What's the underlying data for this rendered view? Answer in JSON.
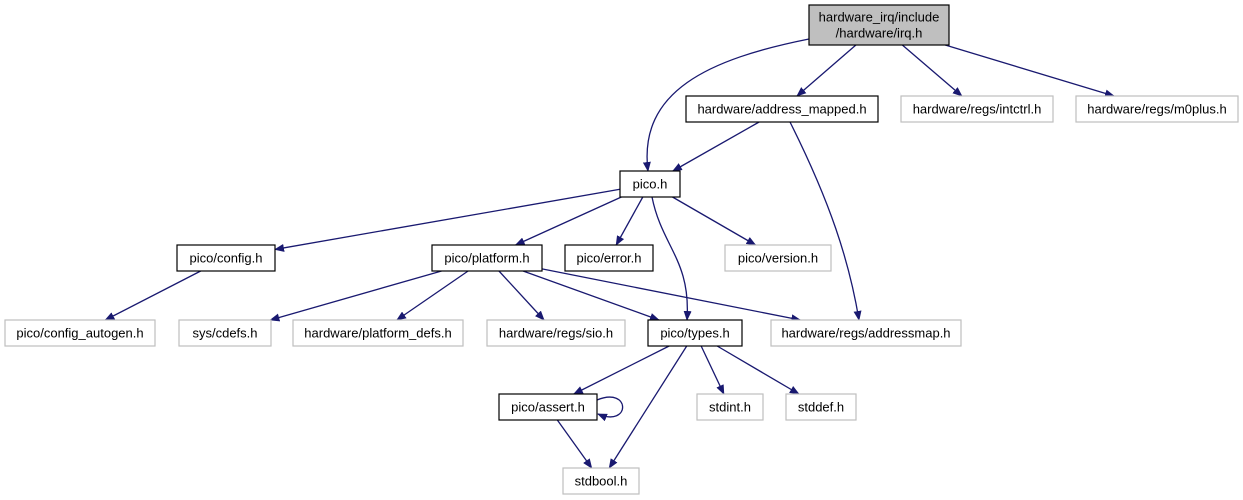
{
  "colors": {
    "edge": "#191970",
    "node_border_documented": "#000000",
    "node_border_undocumented": "#bfbfbf",
    "root_fill": "#bfbfbf",
    "node_fill": "#ffffff"
  },
  "nodes": [
    {
      "id": "irq",
      "lines": [
        "hardware_irq/include",
        "/hardware/irq.h"
      ],
      "style": "root"
    },
    {
      "id": "address_mapped",
      "lines": [
        "hardware/address_mapped.h"
      ],
      "style": "documented"
    },
    {
      "id": "intctrl",
      "lines": [
        "hardware/regs/intctrl.h"
      ],
      "style": "undocumented"
    },
    {
      "id": "m0plus",
      "lines": [
        "hardware/regs/m0plus.h"
      ],
      "style": "undocumented"
    },
    {
      "id": "pico",
      "lines": [
        "pico.h"
      ],
      "style": "documented"
    },
    {
      "id": "config",
      "lines": [
        "pico/config.h"
      ],
      "style": "documented"
    },
    {
      "id": "platform",
      "lines": [
        "pico/platform.h"
      ],
      "style": "documented"
    },
    {
      "id": "error",
      "lines": [
        "pico/error.h"
      ],
      "style": "documented"
    },
    {
      "id": "version",
      "lines": [
        "pico/version.h"
      ],
      "style": "undocumented"
    },
    {
      "id": "config_autogen",
      "lines": [
        "pico/config_autogen.h"
      ],
      "style": "undocumented"
    },
    {
      "id": "cdefs",
      "lines": [
        "sys/cdefs.h"
      ],
      "style": "undocumented"
    },
    {
      "id": "platform_defs",
      "lines": [
        "hardware/platform_defs.h"
      ],
      "style": "undocumented"
    },
    {
      "id": "sio",
      "lines": [
        "hardware/regs/sio.h"
      ],
      "style": "undocumented"
    },
    {
      "id": "types",
      "lines": [
        "pico/types.h"
      ],
      "style": "documented"
    },
    {
      "id": "addressmap",
      "lines": [
        "hardware/regs/addressmap.h"
      ],
      "style": "undocumented"
    },
    {
      "id": "assert",
      "lines": [
        "pico/assert.h"
      ],
      "style": "documented"
    },
    {
      "id": "stdint",
      "lines": [
        "stdint.h"
      ],
      "style": "undocumented"
    },
    {
      "id": "stddef",
      "lines": [
        "stddef.h"
      ],
      "style": "undocumented"
    },
    {
      "id": "stdbool",
      "lines": [
        "stdbool.h"
      ],
      "style": "undocumented"
    }
  ],
  "edges": [
    {
      "from": "irq",
      "to": "address_mapped"
    },
    {
      "from": "irq",
      "to": "intctrl"
    },
    {
      "from": "irq",
      "to": "m0plus"
    },
    {
      "from": "irq",
      "to": "pico"
    },
    {
      "from": "address_mapped",
      "to": "pico"
    },
    {
      "from": "address_mapped",
      "to": "addressmap"
    },
    {
      "from": "pico",
      "to": "config"
    },
    {
      "from": "pico",
      "to": "platform"
    },
    {
      "from": "pico",
      "to": "error"
    },
    {
      "from": "pico",
      "to": "version"
    },
    {
      "from": "pico",
      "to": "types"
    },
    {
      "from": "config",
      "to": "config_autogen"
    },
    {
      "from": "platform",
      "to": "cdefs"
    },
    {
      "from": "platform",
      "to": "platform_defs"
    },
    {
      "from": "platform",
      "to": "sio"
    },
    {
      "from": "platform",
      "to": "types"
    },
    {
      "from": "platform",
      "to": "addressmap"
    },
    {
      "from": "types",
      "to": "assert"
    },
    {
      "from": "types",
      "to": "stdint"
    },
    {
      "from": "types",
      "to": "stddef"
    },
    {
      "from": "types",
      "to": "stdbool"
    },
    {
      "from": "assert",
      "to": "stdbool"
    },
    {
      "from": "assert",
      "to": "assert"
    }
  ]
}
